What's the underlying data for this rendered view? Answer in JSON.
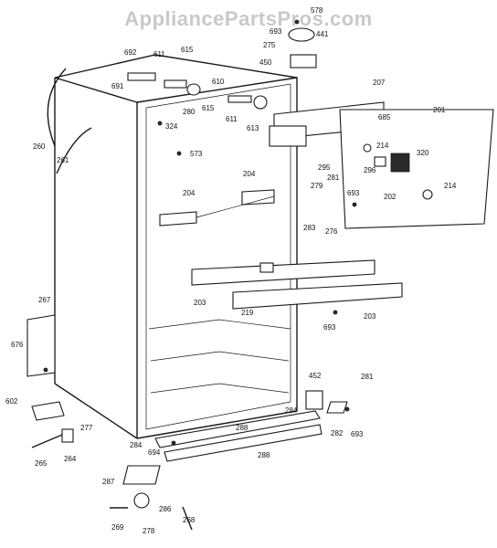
{
  "watermark": "AppliancePartsPros.com",
  "labels": [
    "578",
    "693",
    "441",
    "275",
    "450",
    "692",
    "611",
    "615",
    "691",
    "610",
    "207",
    "280",
    "615",
    "611",
    "613",
    "685",
    "201",
    "324",
    "214",
    "320",
    "260",
    "261",
    "573",
    "295",
    "296",
    "214",
    "281",
    "202",
    "204",
    "204",
    "279",
    "693",
    "283",
    "276",
    "203",
    "219",
    "203",
    "693",
    "267",
    "676",
    "452",
    "281",
    "602",
    "277",
    "284",
    "288",
    "282",
    "693",
    "264",
    "265",
    "284",
    "694",
    "288",
    "287",
    "286",
    "269",
    "278",
    "268"
  ]
}
